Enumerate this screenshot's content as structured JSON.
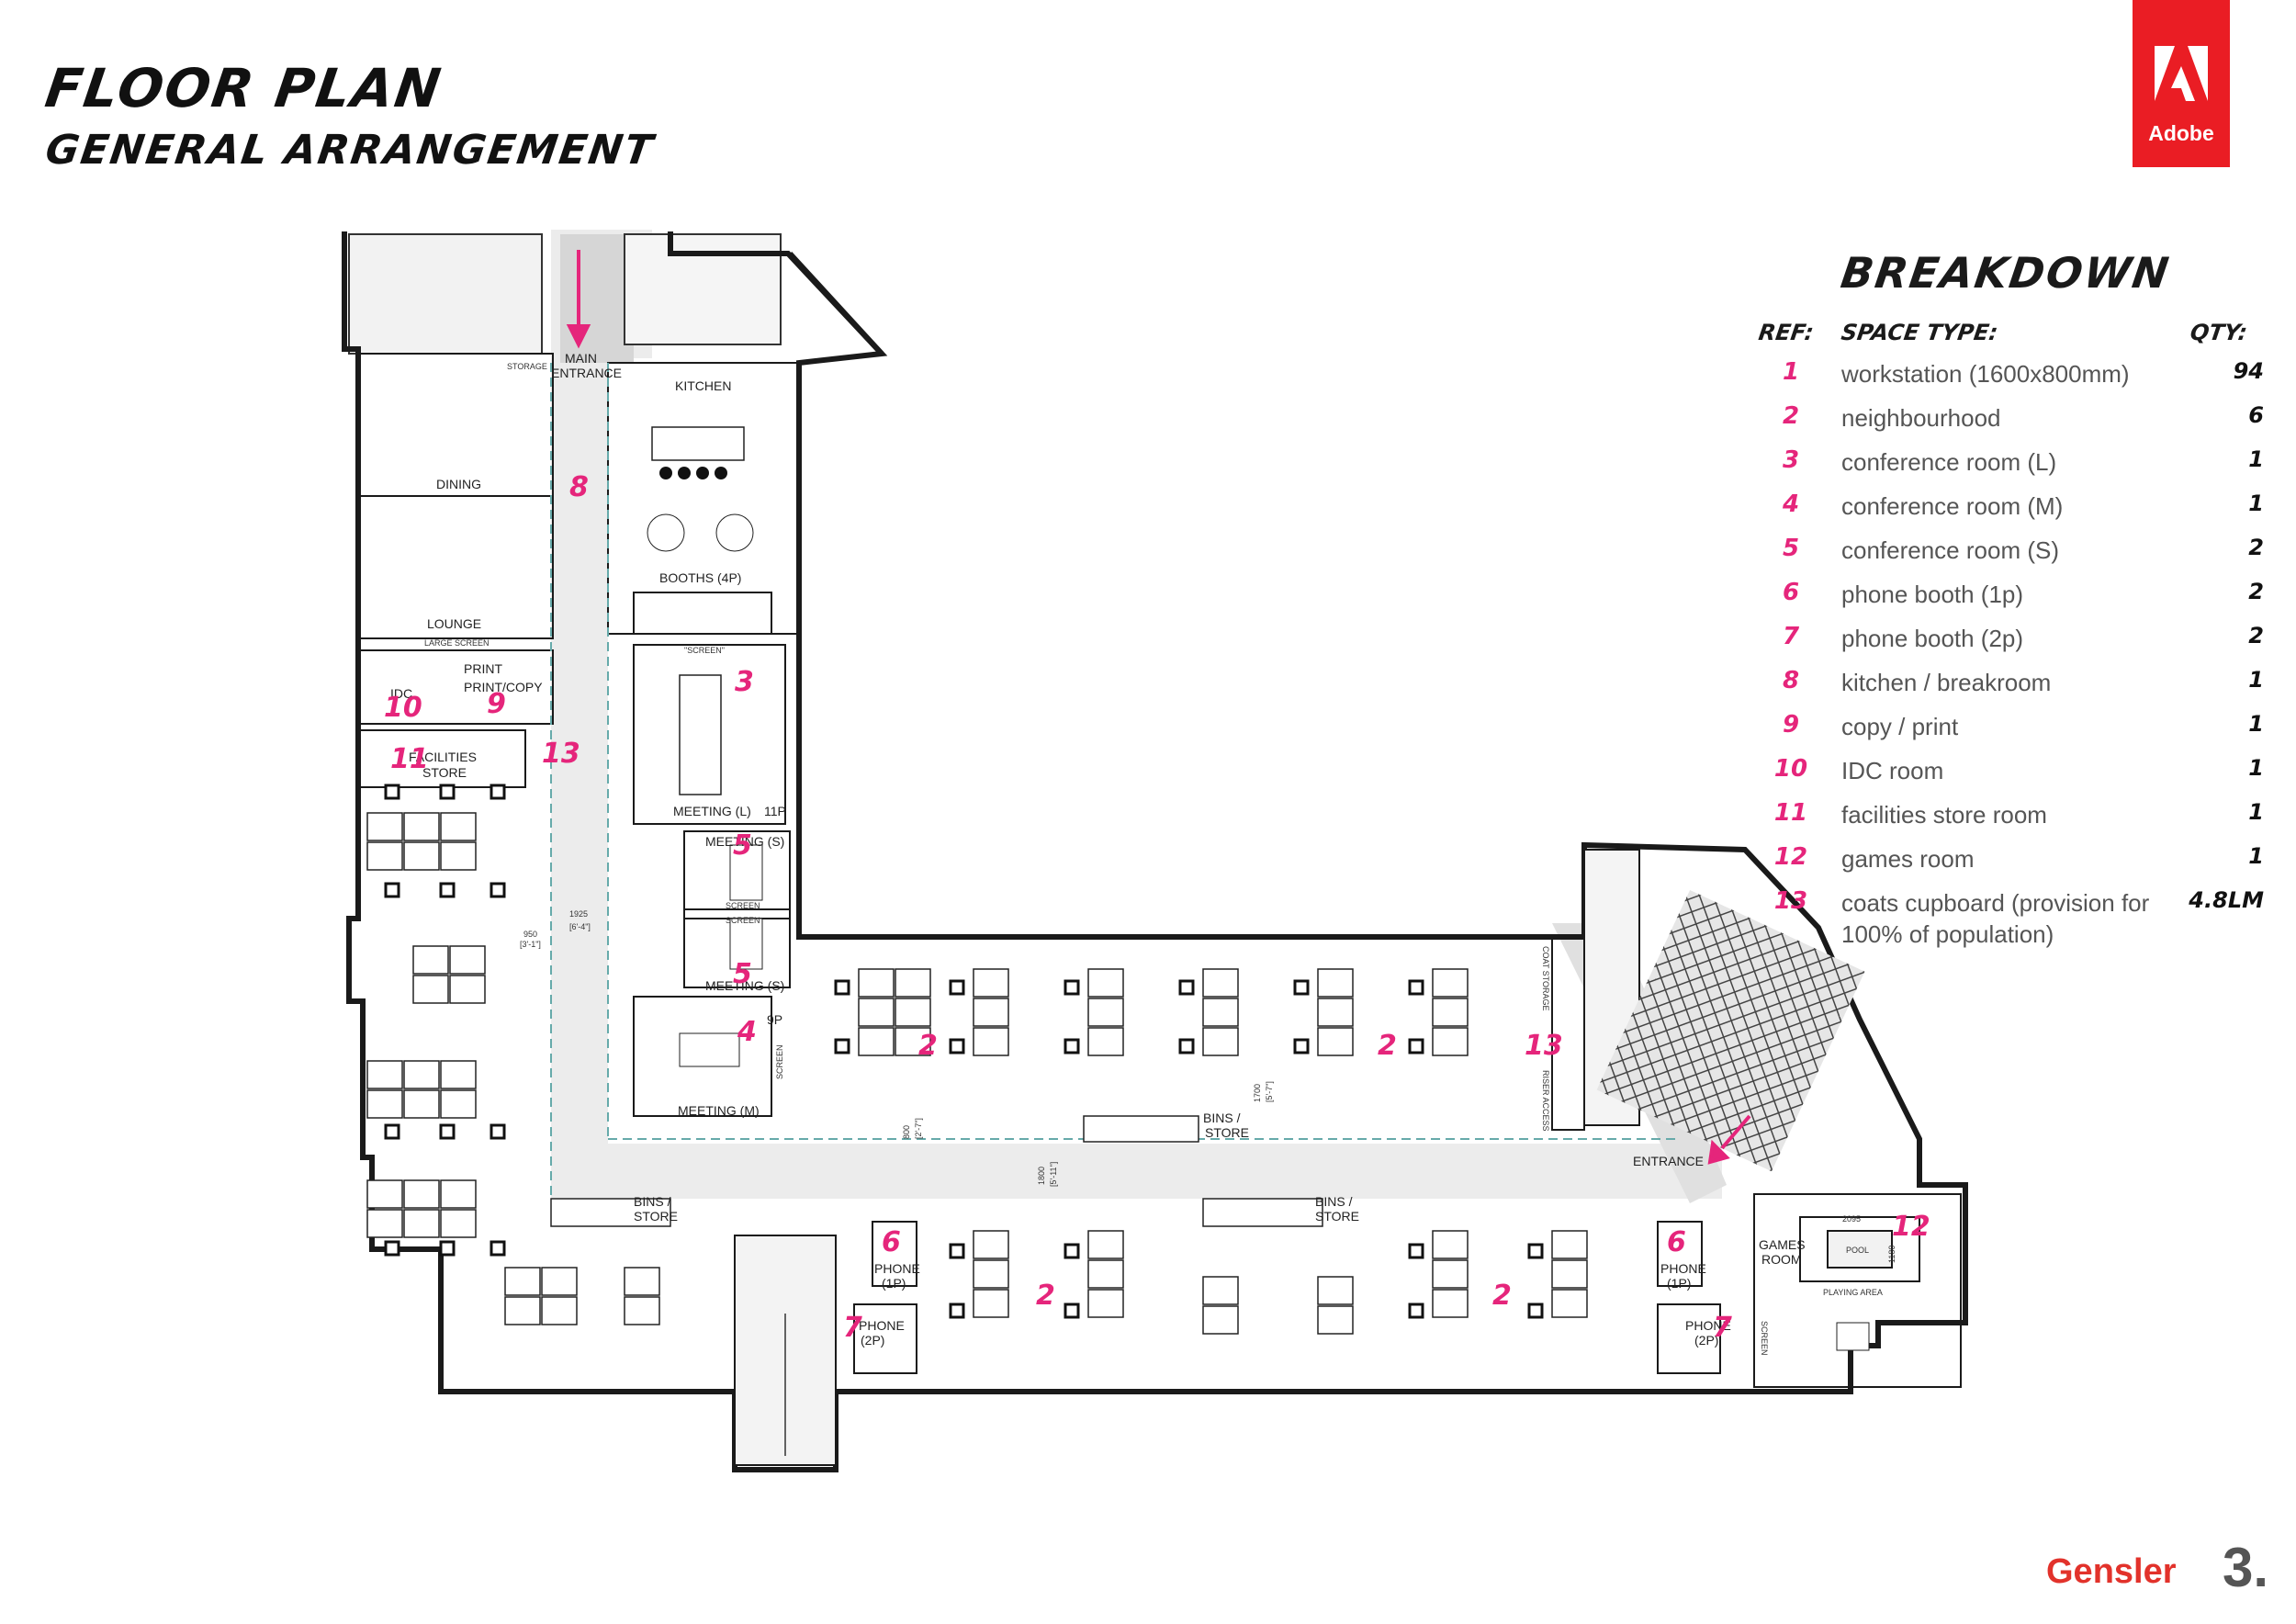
{
  "header": {
    "title": "FLOOR PLAN",
    "subtitle": "GENERAL ARRANGEMENT"
  },
  "brand": {
    "logo": "Adobe",
    "logo_color": "#ea1d24",
    "footer": "Gensler",
    "footer_color": "#e2322b",
    "page": "3."
  },
  "accent": "#e5257b",
  "plan": {
    "labels": {
      "storage": "STORAGE",
      "main": "MAIN",
      "entrance_main": "ENTRANCE",
      "kitchen": "KITCHEN",
      "dining": "DINING",
      "lounge": "LOUNGE",
      "large_screen": "LARGE SCREEN",
      "booths": "BOOTHS (4P)",
      "screen_q": "\"SCREEN\"",
      "idc": "IDC",
      "print_box": "PRINT",
      "print_copy": "PRINT/COPY",
      "facilities": "FACILITIES",
      "store": "STORE",
      "meeting_l": "MEETING (L)",
      "p11": "11P",
      "meeting_s1": "MEETING (S)",
      "meeting_s2": "MEETING (S)",
      "screen1": "SCREEN",
      "screen2": "SCREEN",
      "p9": "9P",
      "meeting_m": "MEETING (M)",
      "screen_v": "SCREEN",
      "dim_1925": "1925",
      "dim_1925b": "[6'-4\"]",
      "dim_950": "950",
      "dim_950b": "[3'-1\"]",
      "dim_1700": "1700",
      "dim_1700b": "[5'-7\"]",
      "dim_800": "800",
      "dim_800b": "[2'-7\"]",
      "dim_1800": "1800",
      "dim_1800b": "[5'-11\"]",
      "bins_1": "BINS /",
      "store_1": "STORE",
      "bins_2": "BINS /",
      "store_2": "STORE",
      "bins_3": "BINS /",
      "store_3": "STORE",
      "entrance": "ENTRANCE",
      "games": "GAMES",
      "room": "ROOM",
      "pool": "POOL",
      "playing_area": "PLAYING AREA",
      "dim_2095": "2095",
      "dim_1180": "1180",
      "phone_a": "PHONE",
      "phone_a_p": "(1P)",
      "phone_b": "PHONE",
      "phone_b_p": "(2P)",
      "phone_c": "PHONE",
      "phone_c_p": "(1P)",
      "phone_d": "PHONE",
      "phone_d_p": "(2P)",
      "coat_storage": "COAT STORAGE",
      "riser_access": "RISER ACCESS",
      "screen_games": "SCREEN"
    },
    "refs": {
      "r8": "8",
      "r3": "3",
      "r10": "10",
      "r9": "9",
      "r11": "11",
      "r13a": "13",
      "r5a": "5",
      "r5b": "5",
      "r4": "4",
      "r2a": "2",
      "r2b": "2",
      "r13b": "13",
      "r12": "12",
      "r6a": "6",
      "r7a": "7",
      "r2c": "2",
      "r2d": "2",
      "r6b": "6",
      "r7b": "7"
    }
  },
  "breakdown": {
    "title": "BREAKDOWN",
    "headers": {
      "ref": "REF:",
      "space": "SPACE TYPE:",
      "qty": "QTY:"
    },
    "rows": [
      {
        "ref": "1",
        "name": "workstation (1600x800mm)",
        "qty": "94"
      },
      {
        "ref": "2",
        "name": "neighbourhood",
        "qty": "6"
      },
      {
        "ref": "3",
        "name": "conference room (L)",
        "qty": "1"
      },
      {
        "ref": "4",
        "name": "conference room (M)",
        "qty": "1"
      },
      {
        "ref": "5",
        "name": "conference room (S)",
        "qty": "2"
      },
      {
        "ref": "6",
        "name": "phone booth (1p)",
        "qty": "2"
      },
      {
        "ref": "7",
        "name": "phone booth (2p)",
        "qty": "2"
      },
      {
        "ref": "8",
        "name": "kitchen / breakroom",
        "qty": "1"
      },
      {
        "ref": "9",
        "name": "copy / print",
        "qty": "1"
      },
      {
        "ref": "10",
        "name": "IDC room",
        "qty": "1"
      },
      {
        "ref": "11",
        "name": "facilities store room",
        "qty": "1"
      },
      {
        "ref": "12",
        "name": "games room",
        "qty": "1"
      },
      {
        "ref": "13",
        "name": "coats cupboard (provision for 100% of population)",
        "qty": "4.8LM"
      }
    ]
  }
}
